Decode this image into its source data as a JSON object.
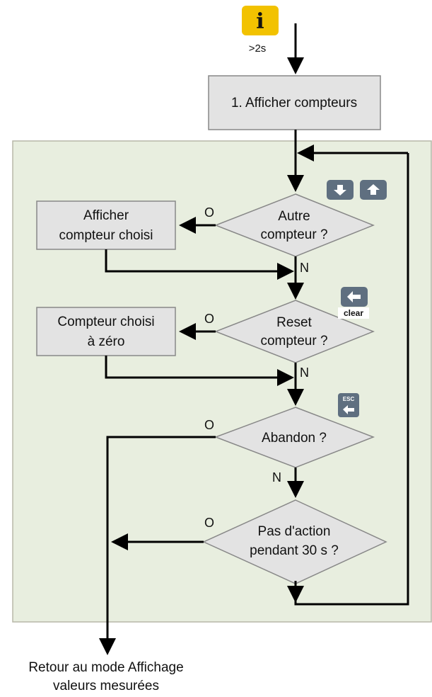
{
  "info_key": {
    "glyph": "i",
    "color": "#f2c200"
  },
  "hold_label": ">2s",
  "step1": "1. Afficher compteurs",
  "decision_other": {
    "line1": "Autre",
    "line2": "compteur ?"
  },
  "action_show": {
    "line1": "Afficher",
    "line2": "compteur choisi"
  },
  "decision_reset": {
    "line1": "Reset",
    "line2": "compteur ?"
  },
  "action_reset": {
    "line1": "Compteur choisi",
    "line2": "à zéro"
  },
  "decision_abort": "Abandon ?",
  "decision_idle": {
    "line1": "Pas d'action",
    "line2": "pendant 30 s ?"
  },
  "yes_label": "O",
  "no_label": "N",
  "clear_key_label": "clear",
  "esc_key_label": "ESC",
  "footer": {
    "line1": "Retour au mode Affichage",
    "line2": "valeurs mesurées"
  },
  "colors": {
    "loop_area": "#e8eedf",
    "node_fill": "#e3e3e3",
    "key_fill": "#5f6f80"
  },
  "icons": [
    "info-key-icon",
    "arrow-down-key-icon",
    "arrow-up-key-icon",
    "arrow-left-key-icon",
    "esc-key-icon"
  ]
}
